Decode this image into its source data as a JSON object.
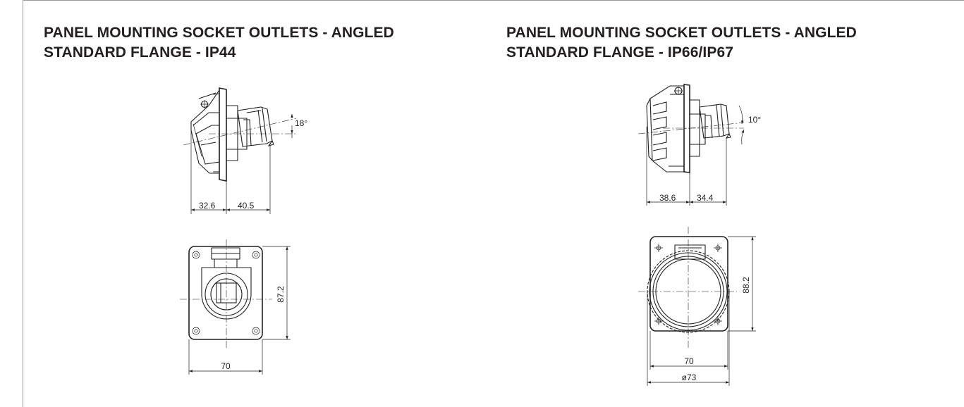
{
  "left": {
    "title_line1": "PANEL MOUNTING SOCKET OUTLETS - ANGLED",
    "title_line2": "STANDARD FLANGE - IP44",
    "angle": "18°",
    "dim_a": "32.6",
    "dim_b": "40.5",
    "height": "87.2",
    "width": "70"
  },
  "right": {
    "title_line1": "PANEL MOUNTING SOCKET OUTLETS - ANGLED",
    "title_line2": "STANDARD FLANGE - IP66/IP67",
    "angle": "10°",
    "dim_a": "38.6",
    "dim_b": "34.4",
    "height": "88.2",
    "width": "70",
    "diameter": "ø73"
  }
}
